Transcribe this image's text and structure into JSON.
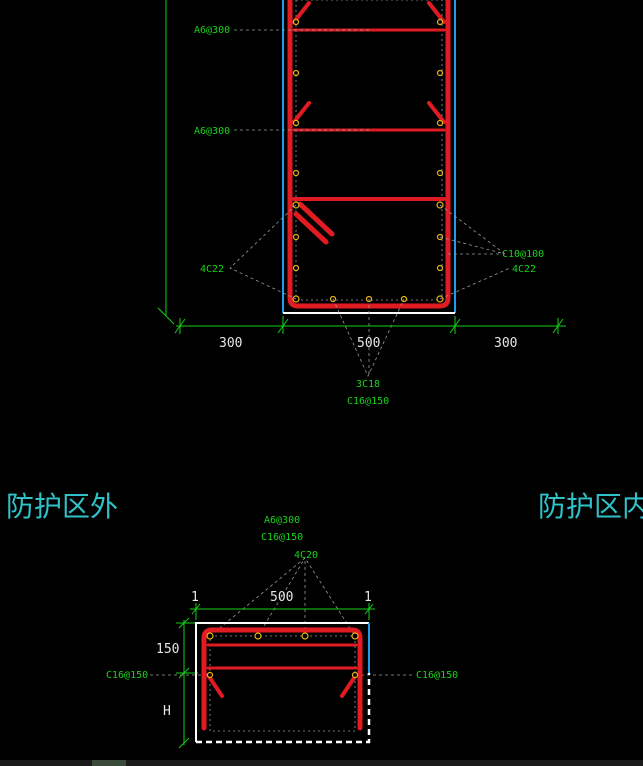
{
  "upper_section": {
    "stirrup_labels": [
      "A6@300",
      "A6@300"
    ],
    "corner_bars": "4C22",
    "side_bars": "C10@100",
    "side_bars_2": "4C22",
    "bottom_bars": "3C18",
    "bottom_stirrup": "C16@150",
    "dims": [
      "300",
      "500",
      "300"
    ]
  },
  "zone_labels": {
    "outside": "防护区外",
    "inside": "防护区内"
  },
  "lower_section": {
    "stirrup": "A6@300",
    "top_bar_stirrup": "C16@150",
    "top_bars": "4C20",
    "left_label": "C16@150",
    "right_label": "C16@150",
    "dims_top": [
      "1",
      "500",
      "1"
    ],
    "dim_left_top": "150",
    "dim_left_bottom": "H"
  },
  "colors": {
    "rebar": "#e01b22",
    "annotation": "#19d419",
    "zone_text": "#2fc2c8",
    "concrete_edge": "#1e9ee8"
  }
}
